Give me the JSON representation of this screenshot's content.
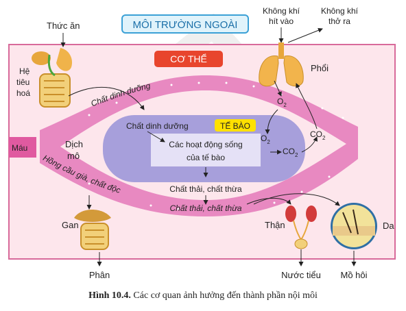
{
  "header": {
    "environment": "MÔI TRƯỜNG NGOÀI",
    "body": "CƠ THỂ",
    "cell": "TẾ BÀO"
  },
  "inputs": {
    "food": "Thức ăn",
    "air_in": [
      "Không khí",
      "hít vào"
    ],
    "air_out": [
      "Không khí",
      "thở ra"
    ]
  },
  "organs": {
    "digestive": [
      "Hệ",
      "tiêu",
      "hoá"
    ],
    "lungs": "Phổi",
    "blood": "Máu",
    "tissue_fluid": [
      "Dịch",
      "mô"
    ],
    "liver": "Gan",
    "kidney": "Thận",
    "skin": "Da"
  },
  "flows": {
    "nutrients_vessel": "Chất dinh dưỡng",
    "nutrients_cell": "Chất dinh dưỡng",
    "cell_activity": [
      "Các hoạt động sống",
      "của tế bào"
    ],
    "waste_cell": "Chất thải, chất thừa",
    "waste_vessel": "Chất thải, chất thừa",
    "old_rbc": "Hồng cầu già, chất độc",
    "o2": "O",
    "co2": "CO",
    "sub2": "2"
  },
  "outputs": {
    "feces": "Phân",
    "urine": "Nước tiểu",
    "sweat": "Mồ hôi"
  },
  "caption": {
    "label": "Hình 10.4.",
    "text": " Các cơ quan ảnh hưởng đến thành phần nội môi"
  },
  "colors": {
    "body_bg": "#fde6ec",
    "body_border": "#d86a9a",
    "vessel": "#e889c1",
    "cell": "#a79fdb",
    "cell_inner": "#ece8f8",
    "env_label": "#3aa0d6",
    "body_label": "#e8452d",
    "cell_label": "#ffe100"
  }
}
